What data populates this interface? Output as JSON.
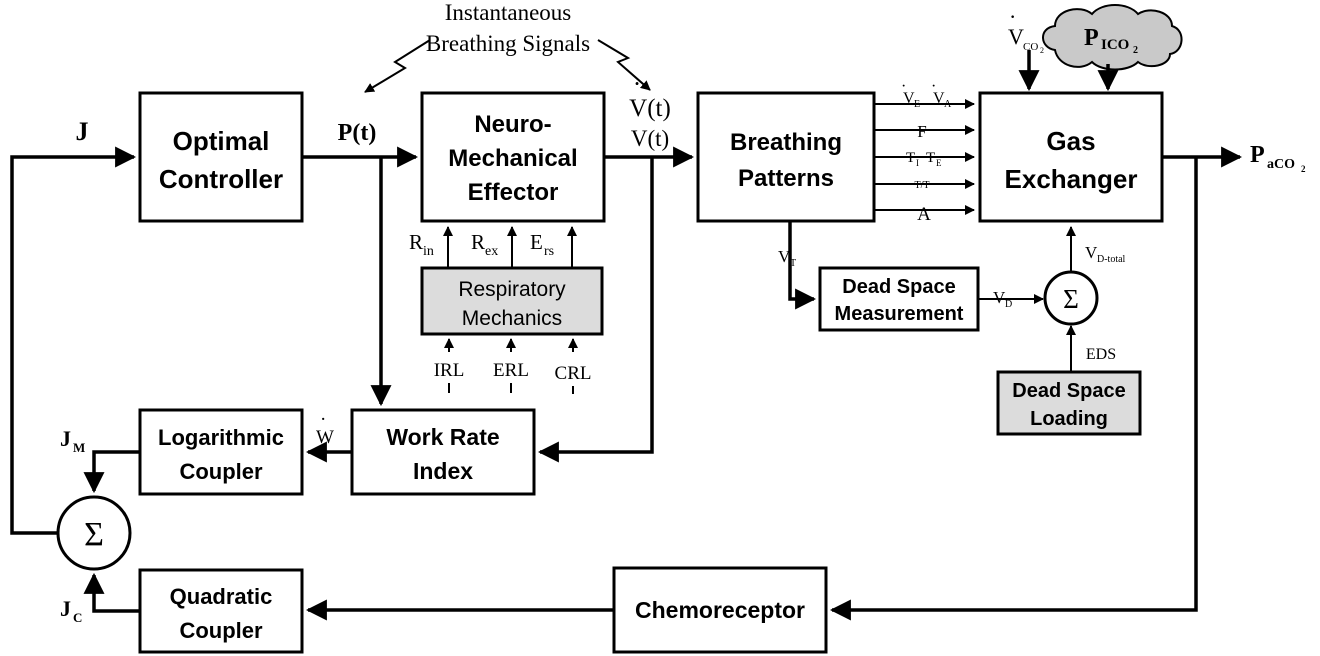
{
  "signal_note": {
    "line1": "Instantaneous",
    "line2": "Breathing Signals"
  },
  "blocks": {
    "optimal_controller": [
      "Optimal",
      "Controller"
    ],
    "neuro_mechanical_effector": [
      "Neuro-",
      "Mechanical",
      "Effector"
    ],
    "breathing_patterns": [
      "Breathing",
      "Patterns"
    ],
    "gas_exchanger": [
      "Gas",
      "Exchanger"
    ],
    "respiratory_mechanics": [
      "Respiratory",
      "Mechanics"
    ],
    "dead_space_measurement": [
      "Dead Space",
      "Measurement"
    ],
    "dead_space_loading": [
      "Dead Space",
      "Loading"
    ],
    "logarithmic_coupler": [
      "Logarithmic",
      "Coupler"
    ],
    "work_rate_index": [
      "Work Rate",
      "Index"
    ],
    "quadratic_coupler": [
      "Quadratic",
      "Coupler"
    ],
    "chemoreceptor": [
      "Chemoreceptor"
    ]
  },
  "summing_symbol": "Σ",
  "labels": {
    "J": "J",
    "P_t": "P(t)",
    "V_dot_t": "V(t)",
    "V_t": "V(t)",
    "dot": "·",
    "R_in": {
      "base": "R",
      "sub": "in"
    },
    "R_ex": {
      "base": "R",
      "sub": "ex"
    },
    "E_rs": {
      "base": "E",
      "sub": "rs"
    },
    "IRL": "IRL",
    "ERL": "ERL",
    "CRL": "CRL",
    "V_E": {
      "base": "V",
      "sub": "E"
    },
    "V_A": {
      "base": "V",
      "sub": "A"
    },
    "F": "F",
    "T_I": {
      "base": "T",
      "sub": "I"
    },
    "T_E": {
      "base": "T",
      "sub": "E"
    },
    "ratio": "T/T",
    "A": "A",
    "V_T": {
      "base": "V",
      "sub": "T"
    },
    "V_D": {
      "base": "V",
      "sub": "D"
    },
    "V_D_total": {
      "base": "V",
      "sub": "D-total"
    },
    "EDS": "EDS",
    "V_CO2": {
      "base": "V",
      "sub": "CO",
      "sub2": "2"
    },
    "P_ICO2": {
      "base": "P",
      "sub": "ICO",
      "sub2": "2"
    },
    "P_aCO2": {
      "base": "P",
      "sub": "aCO",
      "sub2": "2"
    },
    "J_M": {
      "base": "J",
      "sub": "M"
    },
    "J_C": {
      "base": "J",
      "sub": "C"
    },
    "W_dot": "W"
  }
}
